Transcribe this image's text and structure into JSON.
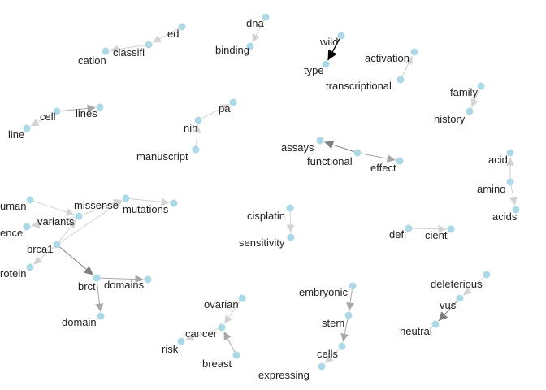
{
  "colors": {
    "node": "#add8e6",
    "edge_light": "#d3d3d3",
    "edge_mid": "#a8a8a8",
    "edge_dark": "#808080",
    "edge_black": "#000000"
  },
  "nodes": [
    {
      "id": "ed",
      "label": "ed"
    },
    {
      "id": "classifi",
      "label": "classifi"
    },
    {
      "id": "cation",
      "label": "cation"
    },
    {
      "id": "dna",
      "label": "dna"
    },
    {
      "id": "binding",
      "label": "binding"
    },
    {
      "id": "wild",
      "label": "wild"
    },
    {
      "id": "type",
      "label": "type"
    },
    {
      "id": "activation",
      "label": "activation"
    },
    {
      "id": "transcriptional",
      "label": "transcriptional"
    },
    {
      "id": "family",
      "label": "family"
    },
    {
      "id": "history",
      "label": "history"
    },
    {
      "id": "cell",
      "label": "cell"
    },
    {
      "id": "lines",
      "label": "lines"
    },
    {
      "id": "line",
      "label": "line"
    },
    {
      "id": "pa",
      "label": "pa"
    },
    {
      "id": "nih",
      "label": "nih"
    },
    {
      "id": "manuscript",
      "label": "manuscript"
    },
    {
      "id": "assays",
      "label": "assays"
    },
    {
      "id": "functional",
      "label": "functional"
    },
    {
      "id": "effect",
      "label": "effect"
    },
    {
      "id": "acid",
      "label": "acid"
    },
    {
      "id": "amino",
      "label": "amino"
    },
    {
      "id": "acids",
      "label": "acids"
    },
    {
      "id": "human",
      "label": "uman"
    },
    {
      "id": "sequence",
      "label": "ence"
    },
    {
      "id": "variants",
      "label": "variants"
    },
    {
      "id": "missense",
      "label": "missense"
    },
    {
      "id": "mutations",
      "label": "mutations"
    },
    {
      "id": "brca1",
      "label": "brca1"
    },
    {
      "id": "protein",
      "label": "rotein"
    },
    {
      "id": "brct",
      "label": "brct"
    },
    {
      "id": "domains",
      "label": "domains"
    },
    {
      "id": "domain",
      "label": "domain"
    },
    {
      "id": "cisplatin",
      "label": "cisplatin"
    },
    {
      "id": "sensitivity",
      "label": "sensitivity"
    },
    {
      "id": "defi",
      "label": "defi"
    },
    {
      "id": "cient",
      "label": "cient"
    },
    {
      "id": "ovarian",
      "label": "ovarian"
    },
    {
      "id": "cancer",
      "label": "cancer"
    },
    {
      "id": "risk",
      "label": "risk"
    },
    {
      "id": "breast",
      "label": "breast"
    },
    {
      "id": "embryonic",
      "label": "embryonic"
    },
    {
      "id": "stem",
      "label": "stem"
    },
    {
      "id": "cells",
      "label": "cells"
    },
    {
      "id": "expressing",
      "label": "expressing"
    },
    {
      "id": "deleterious",
      "label": "deleterious"
    },
    {
      "id": "vus",
      "label": "vus"
    },
    {
      "id": "neutral",
      "label": "neutral"
    }
  ],
  "edges": [
    {
      "from": "ed",
      "to": "classifi",
      "shade": "light"
    },
    {
      "from": "classifi",
      "to": "cation",
      "shade": "light"
    },
    {
      "from": "dna",
      "to": "binding",
      "shade": "light"
    },
    {
      "from": "wild",
      "to": "type",
      "shade": "black"
    },
    {
      "from": "transcriptional",
      "to": "activation",
      "shade": "light"
    },
    {
      "from": "family",
      "to": "history",
      "shade": "light"
    },
    {
      "from": "cell",
      "to": "lines",
      "shade": "mid"
    },
    {
      "from": "cell",
      "to": "line",
      "shade": "light"
    },
    {
      "from": "manuscript",
      "to": "nih",
      "shade": "light"
    },
    {
      "from": "nih",
      "to": "pa",
      "shade": "light"
    },
    {
      "from": "functional",
      "to": "assays",
      "shade": "dark"
    },
    {
      "from": "functional",
      "to": "effect",
      "shade": "mid"
    },
    {
      "from": "amino",
      "to": "acid",
      "shade": "light"
    },
    {
      "from": "amino",
      "to": "acids",
      "shade": "light"
    },
    {
      "from": "human",
      "to": "variants",
      "shade": "light"
    },
    {
      "from": "variants",
      "to": "sequence",
      "shade": "light"
    },
    {
      "from": "brca1",
      "to": "variants",
      "shade": "light"
    },
    {
      "from": "variants",
      "to": "missense",
      "shade": "light"
    },
    {
      "from": "missense",
      "to": "mutations",
      "shade": "light"
    },
    {
      "from": "brca1",
      "to": "missense",
      "shade": "light"
    },
    {
      "from": "brca1",
      "to": "protein",
      "shade": "light"
    },
    {
      "from": "brca1",
      "to": "brct",
      "shade": "dark"
    },
    {
      "from": "brct",
      "to": "domains",
      "shade": "mid"
    },
    {
      "from": "brct",
      "to": "domain",
      "shade": "mid"
    },
    {
      "from": "cisplatin",
      "to": "sensitivity",
      "shade": "light"
    },
    {
      "from": "defi",
      "to": "cient",
      "shade": "light"
    },
    {
      "from": "ovarian",
      "to": "cancer",
      "shade": "light"
    },
    {
      "from": "cancer",
      "to": "risk",
      "shade": "light"
    },
    {
      "from": "breast",
      "to": "cancer",
      "shade": "mid"
    },
    {
      "from": "embryonic",
      "to": "stem",
      "shade": "mid"
    },
    {
      "from": "stem",
      "to": "cells",
      "shade": "mid"
    },
    {
      "from": "cells",
      "to": "expressing",
      "shade": "light"
    },
    {
      "from": "deleterious",
      "to": "vus",
      "shade": "light"
    },
    {
      "from": "vus",
      "to": "neutral",
      "shade": "dark"
    }
  ]
}
